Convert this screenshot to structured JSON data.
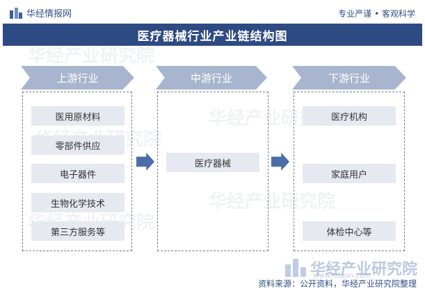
{
  "header": {
    "brand": "华经情报网",
    "slogan": "专业严谨 • 客观科学"
  },
  "title": "医疗器械行业产业链结构图",
  "stages": {
    "upstream": {
      "label": "上游行业",
      "items": [
        "医用原材料",
        "零部件供应",
        "电子器件",
        "生物化学技术",
        "第三方服务等"
      ]
    },
    "midstream": {
      "label": "中游行业",
      "items": [
        "医疗器械"
      ]
    },
    "downstream": {
      "label": "下游行业",
      "items": [
        "医疗机构",
        "家庭用户",
        "体检中心等"
      ]
    }
  },
  "watermark": {
    "name": "华经产业研究院",
    "url": "www.huaon.com"
  },
  "source": "资料来源：公开资料，华经产业研究院整理",
  "colors": {
    "title_bg": "#2e4a83",
    "stage_header": "#a7b6ce",
    "item_bg": "#e6e9ef",
    "arrow": "#4a6fa8"
  }
}
